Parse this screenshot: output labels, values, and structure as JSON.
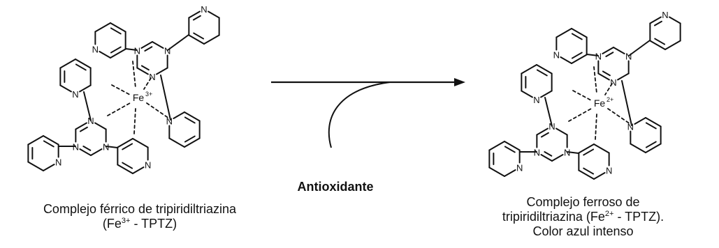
{
  "reaction": {
    "reactant": {
      "caption_line1": "Complejo férrico de tripiridiltriazina",
      "caption_line2_prefix": "(Fe",
      "caption_line2_sup": "3+",
      "caption_line2_suffix": " - TPTZ)",
      "metal_symbol": "Fe",
      "metal_charge": "3+"
    },
    "reagent_label": "Antioxidante",
    "product": {
      "caption_line1": "Complejo ferroso de",
      "caption_line2_prefix": "tripiridiltriazina (Fe",
      "caption_line2_sup": "2+",
      "caption_line2_suffix": " - TPTZ).",
      "caption_line3": "Color azul intenso",
      "metal_symbol": "Fe",
      "metal_charge": "2+"
    },
    "atom_label": "N",
    "colors": {
      "ink": "#111111",
      "background": "#ffffff"
    }
  }
}
